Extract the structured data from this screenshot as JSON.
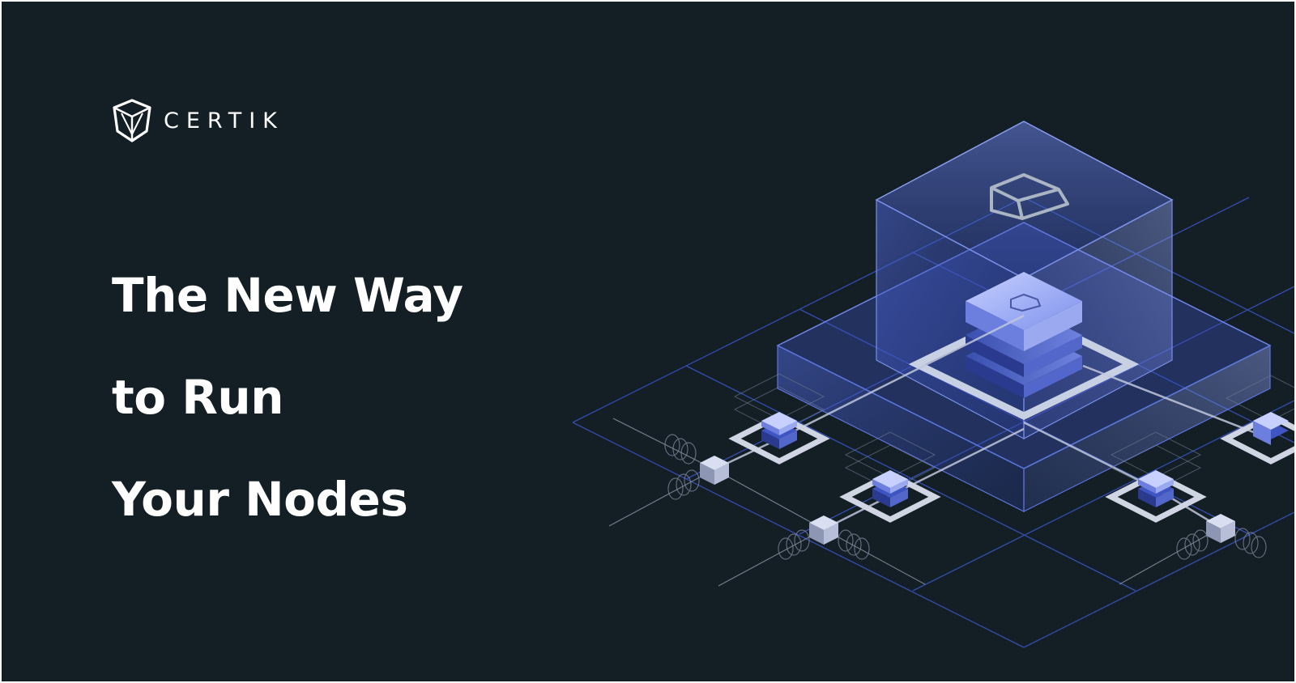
{
  "brand": {
    "name": "CERTIK",
    "logo_icon": "certik-shield-icon"
  },
  "headline": {
    "lines": [
      "The New Way",
      "to Run",
      "Your Nodes"
    ]
  },
  "illustration": {
    "icon": "node-network-isometric-icon"
  },
  "colors": {
    "background": "#131e25",
    "text": "#ffffff",
    "accent": "#4a63d8"
  }
}
